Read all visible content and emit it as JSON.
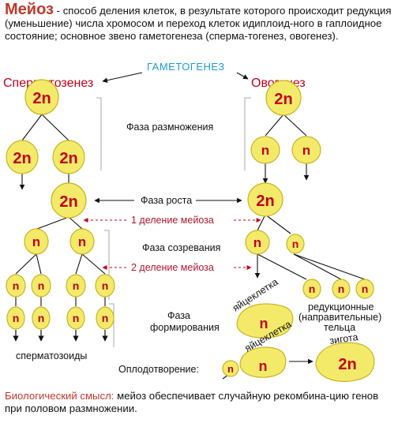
{
  "intro": {
    "term": "Мейоз",
    "text": " - способ деления клеток, в результате которого происходит редукция (уменьшение) числа хромосом и переход клеток идиплоид-ного в гаплоидное состояние; основное звено гаметогенеза (сперма-тогенез, овогенез)."
  },
  "diagram": {
    "gametogenesis": "ГАМЕТОГЕНЕЗ",
    "spermatogenesis": "Сперматозенез",
    "oogenesis": "Овогенез",
    "phase_reproduction": "Фаза размножения",
    "phase_growth": "Фаза роста",
    "division1": "1 деление мейоза",
    "phase_maturation": "Фаза созревания",
    "division2": "2 деление мейоза",
    "phase_formation_1": "Фаза",
    "phase_formation_2": "формирования",
    "egg_cell": "яйцеклетка",
    "polar_1": "редукционные",
    "polar_2": "(направительные)",
    "polar_3": "тельца",
    "spermatozoa": "сперматозоиды",
    "fertilization": "Оплодотворение:",
    "egg_cell_2": "яйцеклетка",
    "zygote": "зигота",
    "diploid": "2n",
    "haploid": "n"
  },
  "bio": {
    "lead": "Биологический смысл:",
    "text": " мейоз обеспечивает случайную рекомбина-цию генов при половом размножении."
  },
  "colors": {
    "cell_fill": "#f4ea6a",
    "cell_text": "#c4001a",
    "accent_red": "#c0392b",
    "accent_blue": "#1d9bd6",
    "division_label": "#b0162f"
  }
}
